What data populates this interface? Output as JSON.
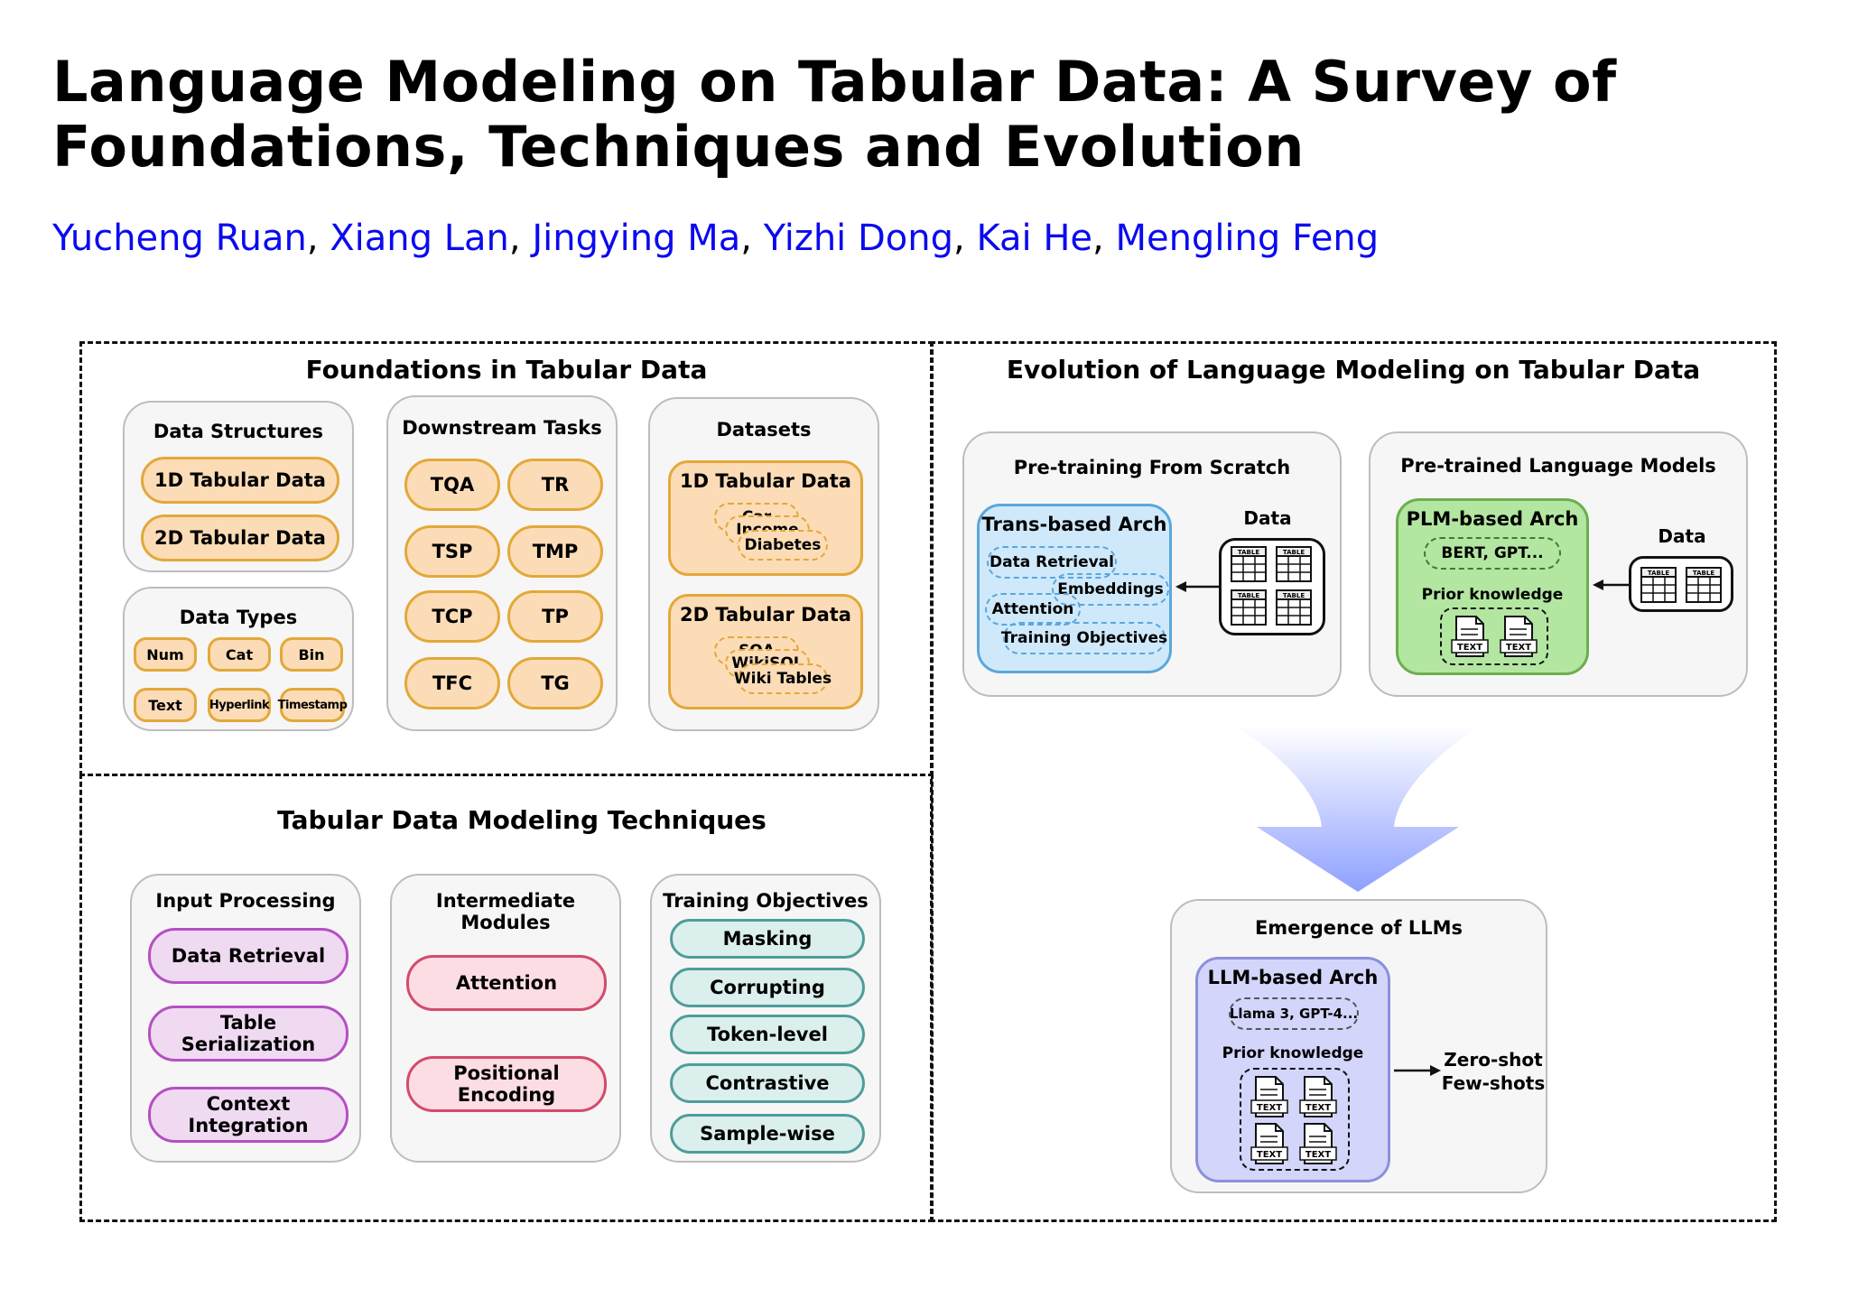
{
  "header": {
    "title": "Language Modeling on Tabular Data: A Survey of Foundations, Techniques and Evolution",
    "authors": [
      "Yucheng Ruan",
      "Xiang Lan",
      "Jingying Ma",
      "Yizhi Dong",
      "Kai He",
      "Mengling Feng"
    ],
    "author_separator": ","
  },
  "foundations": {
    "title": "Foundations in Tabular Data",
    "data_structures": {
      "title": "Data Structures",
      "items": [
        "1D Tabular Data",
        "2D Tabular Data"
      ]
    },
    "data_types": {
      "title": "Data Types",
      "items": [
        "Num",
        "Cat",
        "Bin",
        "Text",
        "Hyperlink",
        "Timestamp"
      ]
    },
    "downstream_tasks": {
      "title": "Downstream Tasks",
      "items": [
        "TQA",
        "TR",
        "TSP",
        "TMP",
        "TCP",
        "TP",
        "TFC",
        "TG"
      ]
    },
    "datasets": {
      "title": "Datasets",
      "one_d": {
        "title": "1D Tabular Data",
        "stack": [
          "Car",
          "Income",
          "Diabetes"
        ]
      },
      "two_d": {
        "title": "2D Tabular Data",
        "stack": [
          "SQA",
          "WikiSQL",
          "Wiki Tables"
        ]
      }
    }
  },
  "techniques": {
    "title": "Tabular Data Modeling Techniques",
    "input_processing": {
      "title": "Input Processing",
      "items": [
        "Data Retrieval",
        "Table Serialization",
        "Context Integration"
      ]
    },
    "intermediate_modules": {
      "title": "Intermediate Modules",
      "items": [
        "Attention",
        "Positional Encoding"
      ]
    },
    "training_objectives": {
      "title": "Training Objectives",
      "items": [
        "Masking",
        "Corrupting",
        "Token-level",
        "Contrastive",
        "Sample-wise"
      ]
    }
  },
  "evolution": {
    "title": "Evolution of Language Modeling on Tabular Data",
    "pretraining": {
      "title": "Pre-training From Scratch",
      "arch": "Trans-based Arch",
      "components": [
        "Data Retrieval",
        "Embeddings",
        "Attention",
        "Training Objectives"
      ],
      "data_label": "Data",
      "table_icon_label": "TABLE"
    },
    "plm": {
      "title": "Pre-trained Language Models",
      "arch": "PLM-based Arch",
      "models": "BERT, GPT...",
      "prior_knowledge": "Prior knowledge",
      "data_label": "Data",
      "table_icon_label": "TABLE",
      "text_icon_label": "TEXT"
    },
    "llm": {
      "title": "Emergence of LLMs",
      "arch": "LLM-based Arch",
      "models": "Llama 3, GPT-4...",
      "prior_knowledge": "Prior knowledge",
      "text_icon_label": "TEXT",
      "outputs": [
        "Zero-shot",
        "Few-shots"
      ]
    }
  },
  "colors": {
    "author_link": "#0a0af0",
    "orange_fill": "#fcdcb6",
    "orange_border": "#e3a839",
    "purple_fill": "#f0daf2",
    "purple_border": "#b54fc2",
    "pink_fill": "#fcdde3",
    "pink_border": "#d34b6c",
    "teal_fill": "#dbefed",
    "teal_border": "#4f9d9a",
    "blue_arch_fill": "#cfe9fb",
    "blue_arch_border": "#5aa7dc",
    "green_arch_fill": "#b3e6a1",
    "green_arch_border": "#6cae4e",
    "lavender_arch_fill": "#d3d5fb",
    "lavender_arch_border": "#8c90da",
    "arrow_gradient_top": "#ffffff",
    "arrow_gradient_bottom": "#8ea0ff"
  }
}
